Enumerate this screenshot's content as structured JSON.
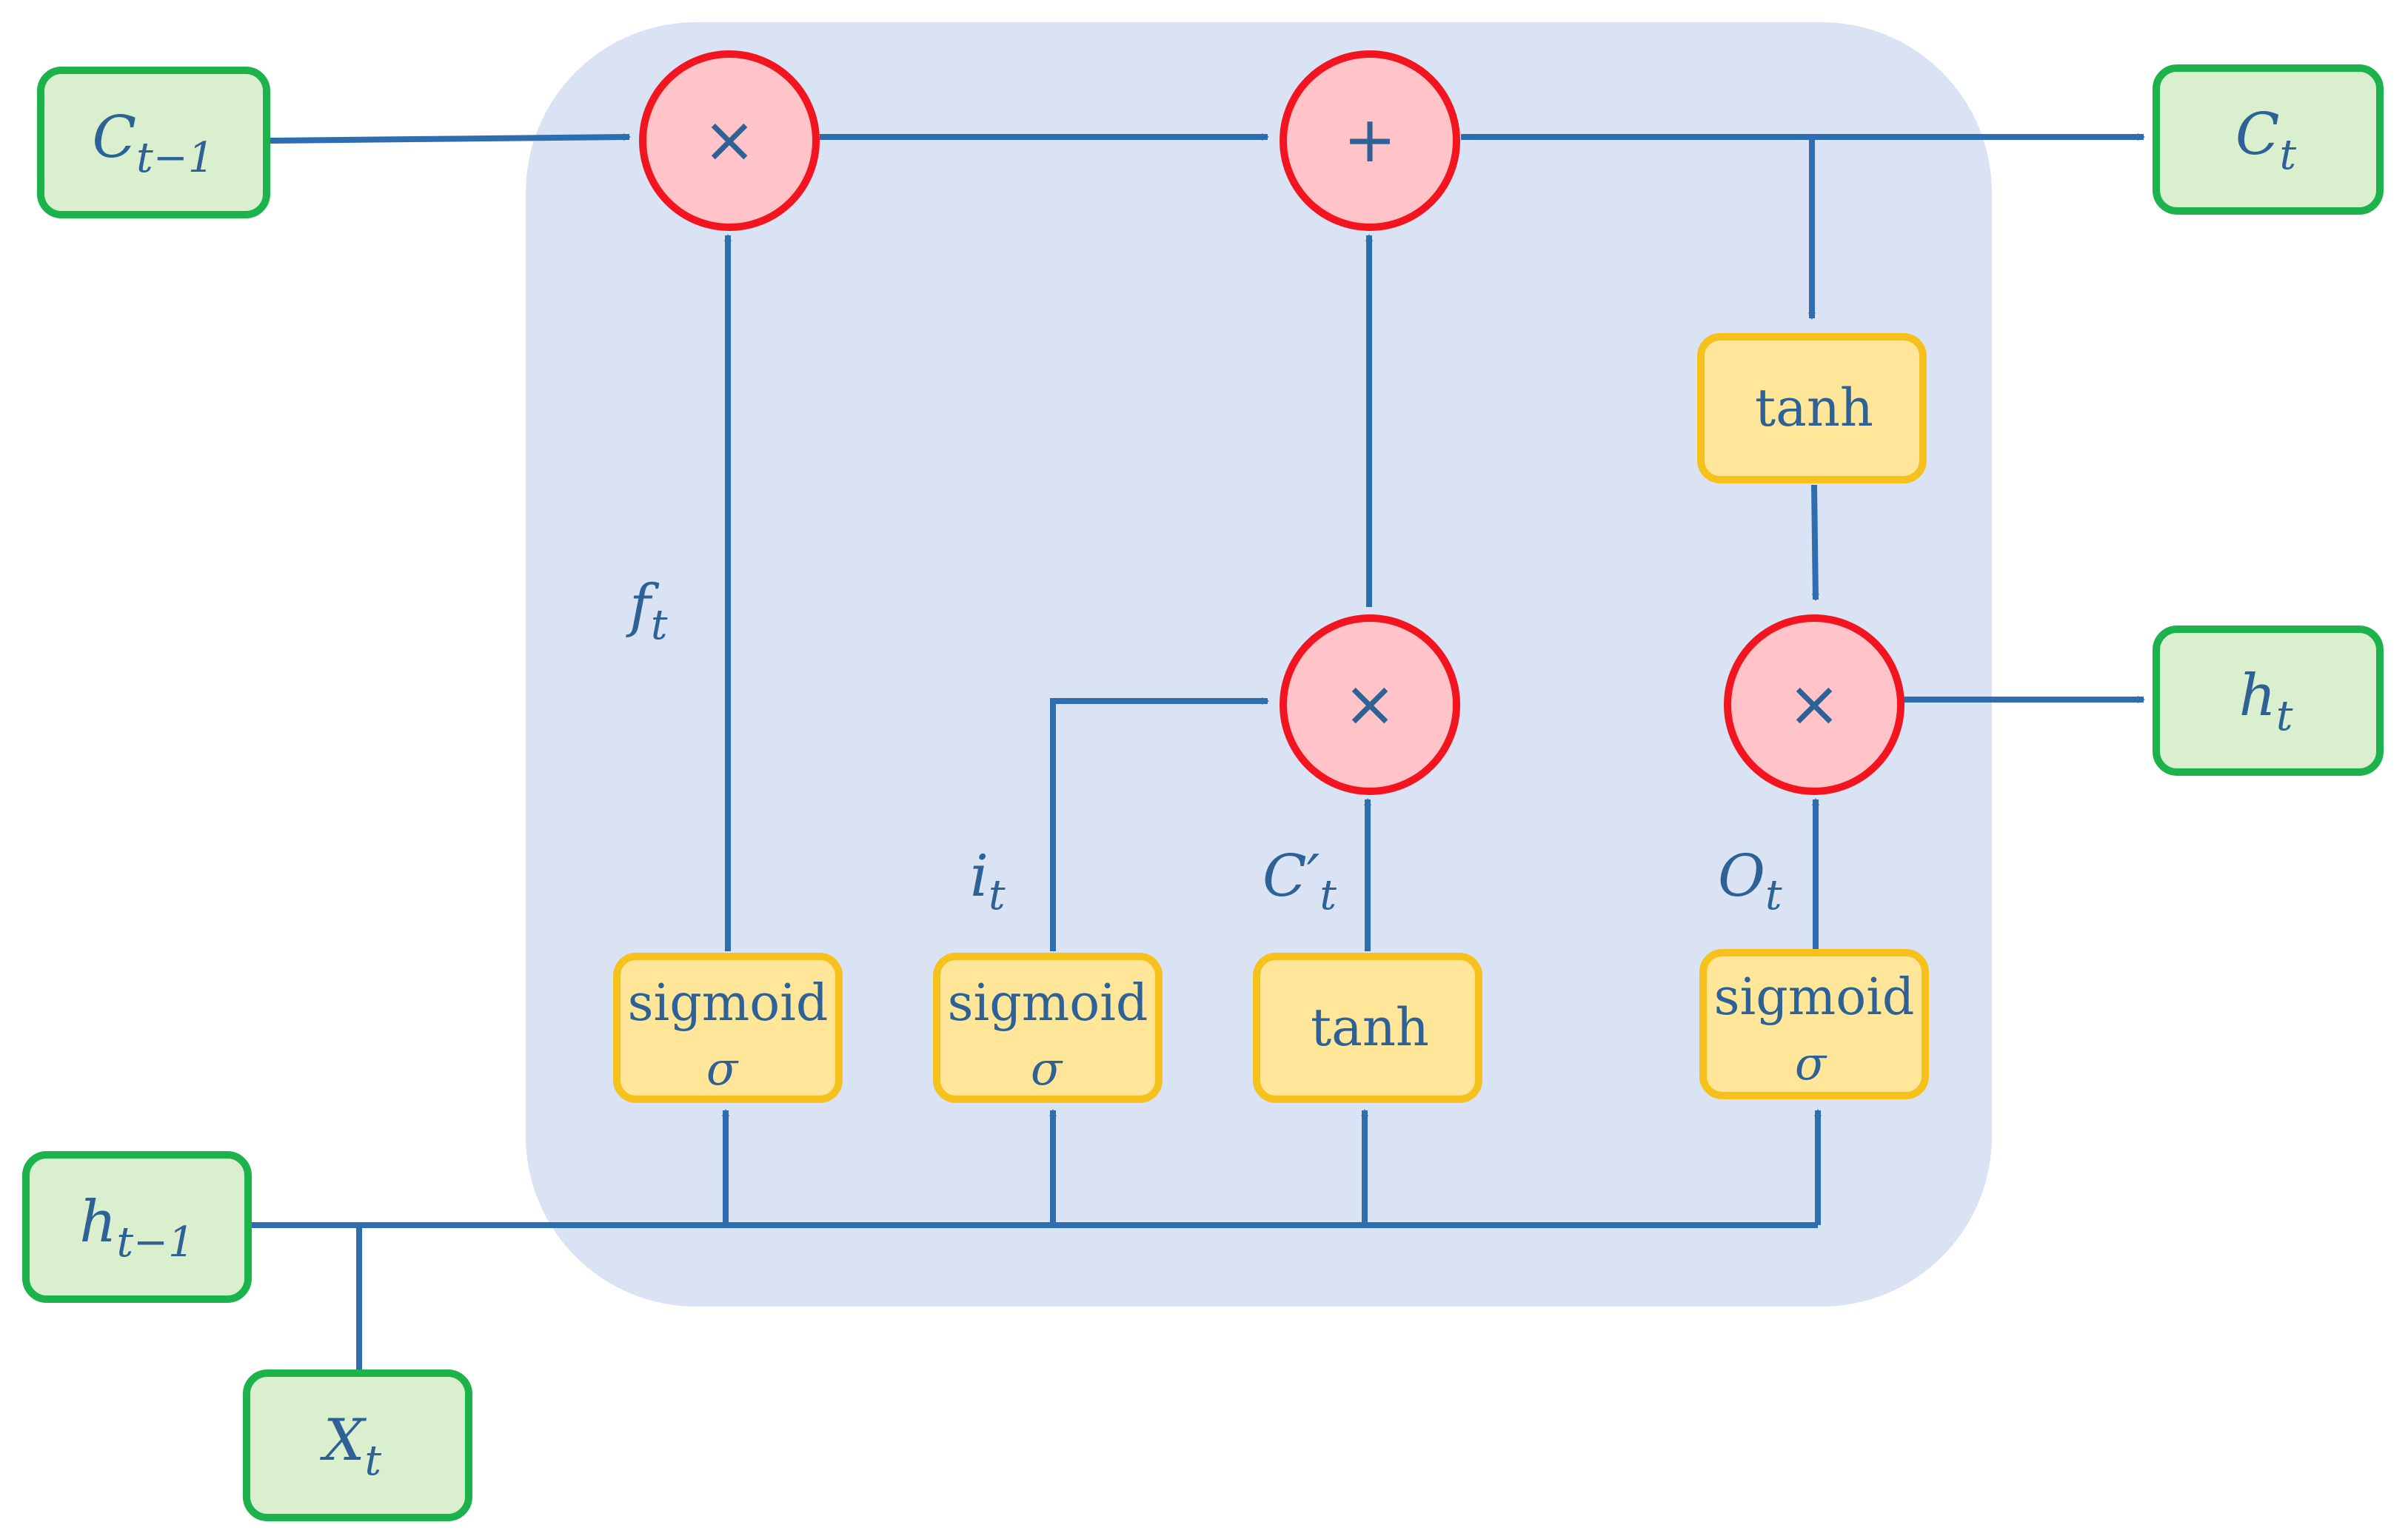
{
  "inputs": {
    "c_prev": {
      "base": "C",
      "sub": "t−1"
    },
    "h_prev": {
      "base": "h",
      "sub": "t−1"
    },
    "x_t": {
      "base": "X",
      "sub": "t"
    }
  },
  "outputs": {
    "c_t": {
      "base": "C",
      "sub": "t"
    },
    "h_t": {
      "base": "h",
      "sub": "t"
    }
  },
  "gates": {
    "forget": {
      "label": "sigmoid",
      "symbol": "σ"
    },
    "input": {
      "label": "sigmoid",
      "symbol": "σ"
    },
    "candidate": {
      "label": "tanh"
    },
    "output": {
      "label": "sigmoid",
      "symbol": "σ"
    },
    "cell_tanh": {
      "label": "tanh"
    }
  },
  "operators": {
    "forget_mul": "×",
    "add": "+",
    "input_mul": "×",
    "output_mul": "×"
  },
  "signal_labels": {
    "f_t": {
      "base": "f",
      "sub": "t"
    },
    "i_t": {
      "base": "i",
      "sub": "t"
    },
    "c_cand": {
      "base": "C′",
      "sub": "t"
    },
    "o_t": {
      "base": "O",
      "sub": "t"
    }
  },
  "colors": {
    "cell_bg": "#dae3f3",
    "io_fill": "#d9efcd",
    "io_stroke": "#1db34c",
    "gate_fill": "#ffe699",
    "gate_stroke": "#f6c11c",
    "op_fill": "#ffc3c8",
    "op_stroke": "#f2141f",
    "line": "#2e6db0",
    "text": "#2e6296"
  }
}
